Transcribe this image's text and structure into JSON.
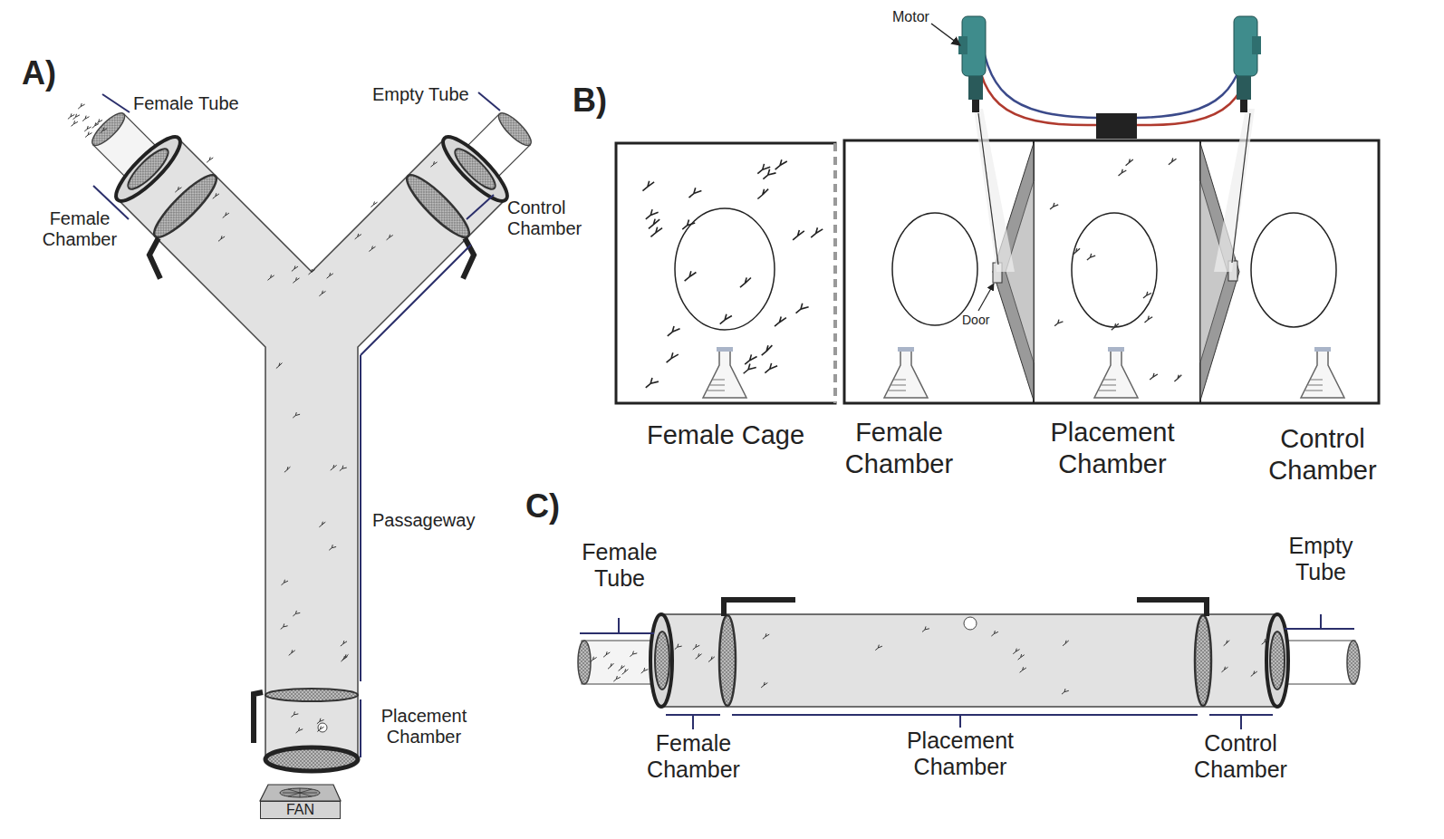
{
  "diagram": {
    "nodes": [
      {
        "text": [
          "FAN"
        ]
      },
      {
        "text": [
          "Female Cage"
        ]
      },
      {
        "text": [
          "Female Chamber"
        ]
      },
      {
        "text": [
          "Placement Chamber"
        ]
      },
      {
        "text": [
          "Control Chamber"
        ]
      }
    ],
    "labels": [
      "A)",
      "Female Tube",
      "Empty Tube",
      "Female Chamber",
      "Control Chamber",
      "Passageway",
      "Placement Chamber",
      "B)",
      "Motor",
      "Door",
      "C)",
      "Female Tube",
      "Empty Tube",
      "Female Chamber",
      "Placement Chamber",
      "Control Chamber"
    ]
  }
}
